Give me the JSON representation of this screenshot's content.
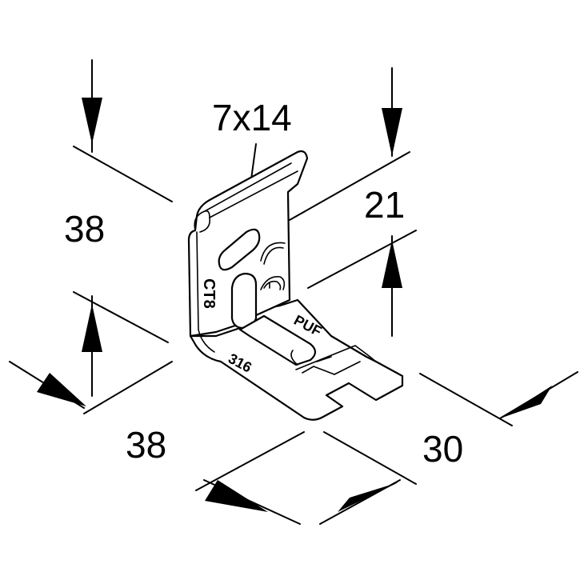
{
  "dimensions": {
    "slot": "7x14",
    "height_left": "38",
    "height_right": "21",
    "width_front": "38",
    "depth_right": "30"
  },
  "stamps": {
    "vertical": "CT8",
    "base_left": "316",
    "base_right": "PUF"
  }
}
